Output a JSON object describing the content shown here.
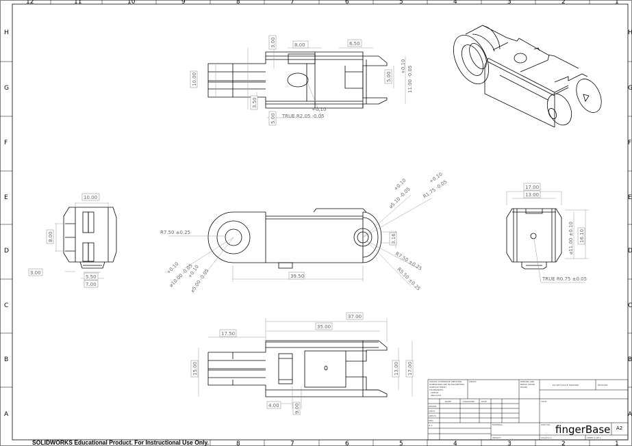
{
  "sheet": {
    "zones_top": [
      "12",
      "11",
      "10",
      "9",
      "8",
      "7",
      "6",
      "5",
      "4",
      "3",
      "2",
      "1"
    ],
    "zones_side": [
      "H",
      "G",
      "F",
      "E",
      "D",
      "C",
      "B",
      "A"
    ],
    "footer": "SOLIDWORKS Educational Product. For Instructional Use Only."
  },
  "views": {
    "top": {
      "d1": "3.00",
      "d2": "8.00",
      "d3": "6.50",
      "d4": "10.00",
      "d5": "3.50",
      "d6": "5.00",
      "d7": "5.00",
      "d8_tol_plus": "+0.10",
      "d8": "11.00 -0.05",
      "r_label": "TRUE R2.05 -0.05",
      "r_tol": "+0.10"
    },
    "front": {
      "r1": "R7.50 ±0.25",
      "len": "39.50",
      "h": "3.16",
      "r2": "R7.50 ±0.25",
      "r3": "R5.50 ±0.25",
      "dia1": "⌀5.10 -0.05",
      "dia1_tol": "+0.10",
      "r4": "R1.75 -0.05",
      "r4_tol": "+0.10",
      "dia2": "⌀10.00 -0.05",
      "dia2_tol": "+0.10",
      "dia3": "⌀5.00 -0.05",
      "dia3_tol": "+0.10"
    },
    "left": {
      "w": "10.00",
      "h": "8.00",
      "d3": "3.00",
      "d4": "5.50",
      "d5": "7.00"
    },
    "right": {
      "w1": "17.00",
      "w2": "13.00",
      "dia": "⌀11.00 ±0.10",
      "h": "16.10",
      "r": "TRUE R0.75 ±0.05"
    },
    "bottom": {
      "l1": "37.00",
      "l2": "35.00",
      "l3": "17.50",
      "h1": "15.00",
      "h2": "13.00",
      "h3": "17.00",
      "w1": "4.00",
      "w2": "9.00"
    }
  },
  "title_block": {
    "unless": "UNLESS OTHERWISE SPECIFIED:",
    "dims": "DIMENSIONS ARE IN MILLIMETERS",
    "surface": "SURFACE FINISH:",
    "tol": "TOLERANCES:",
    "linear": "LINEAR:",
    "angular": "ANGULAR:",
    "finish": "FINISH:",
    "deburr1": "DEBURR AND",
    "deburr2": "BREAK SHARP",
    "deburr3": "EDGES",
    "noscale": "DO NOT SCALE DRAWING",
    "revision": "REVISION",
    "name": "NAME",
    "signature": "SIGNATURE",
    "date": "DATE",
    "drawn": "DRAWN",
    "chkd": "CHK'D",
    "appvd": "APPV'D",
    "mfg": "MFG",
    "qa": "Q.A",
    "material": "MATERIAL:",
    "weight": "WEIGHT:",
    "title": "TITLE:",
    "dwgno": "DWG NO.",
    "part": "fingerBase",
    "size": "A2",
    "scale": "SCALE:1:1",
    "sheetno": "SHEET 1 OF 1"
  }
}
